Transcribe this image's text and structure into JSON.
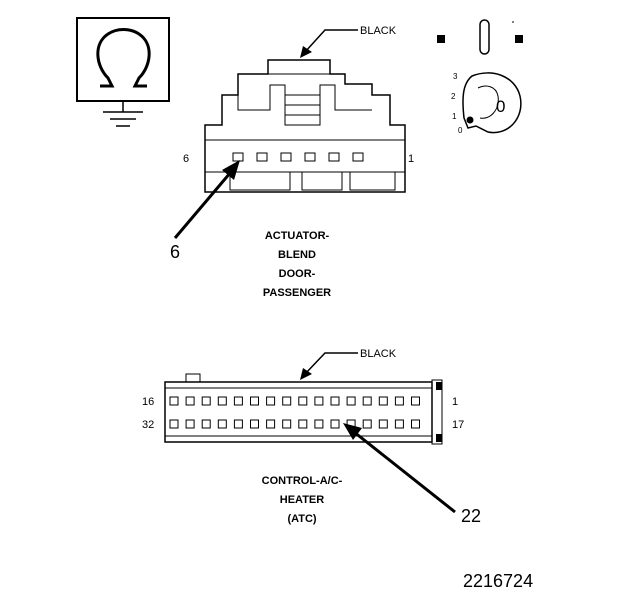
{
  "top_connector": {
    "color_label": "BLACK",
    "pin_left": "6",
    "pin_right": "1",
    "callout": "6",
    "name_lines": [
      "ACTUATOR-",
      "BLEND",
      "DOOR-",
      "PASSENGER"
    ]
  },
  "position_legend": {
    "labels": [
      "3",
      "2",
      "1",
      "0"
    ],
    "center": "0"
  },
  "bottom_connector": {
    "color_label": "BLACK",
    "pin_top_left": "16",
    "pin_top_right": "1",
    "pin_bottom_left": "32",
    "pin_bottom_right": "17",
    "callout": "22",
    "name_lines": [
      "CONTROL-A/C-",
      "HEATER",
      "(ATC)"
    ]
  },
  "figure_id": "2216724",
  "colors": {
    "ink": "#000000",
    "paper": "#ffffff"
  }
}
